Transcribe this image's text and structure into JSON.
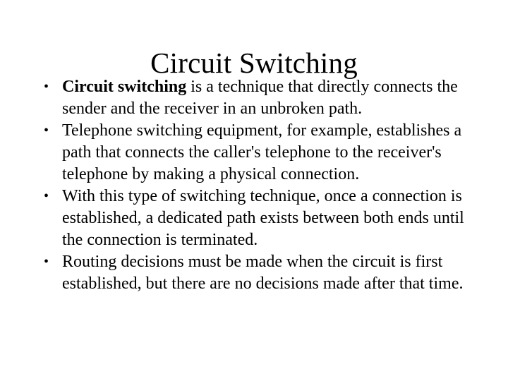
{
  "slide": {
    "title": "Circuit Switching",
    "bullet_marker": "•",
    "text_color": "#000000",
    "background_color": "#ffffff",
    "bullets": [
      {
        "lead_bold": "Circuit switching",
        "rest": " is a technique that directly connects the sender and the receiver in an unbroken path.",
        "full_text": "Circuit switching is a technique that directly connects the sender and the receiver in an unbroken path."
      },
      {
        "lead_bold": "",
        "rest": "Telephone switching equipment, for example, establishes a path that connects the caller's telephone to the receiver's telephone by making a physical connection.",
        "full_text": "Telephone switching equipment, for example, establishes a path that connects the caller's telephone to the receiver's telephone by making a physical connection."
      },
      {
        "lead_bold": "",
        "rest": "With this type of switching technique, once a connection is established, a dedicated path exists between both ends until the connection is terminated.",
        "full_text": "With this type of switching technique, once a connection is established, a dedicated path exists between both ends until the connection is terminated."
      },
      {
        "lead_bold": "",
        "rest": "Routing decisions must be made when the circuit is first established, but there are no decisions made after that time.",
        "full_text": "Routing decisions must be made when the circuit is first established, but there are no decisions made after that time."
      }
    ]
  }
}
